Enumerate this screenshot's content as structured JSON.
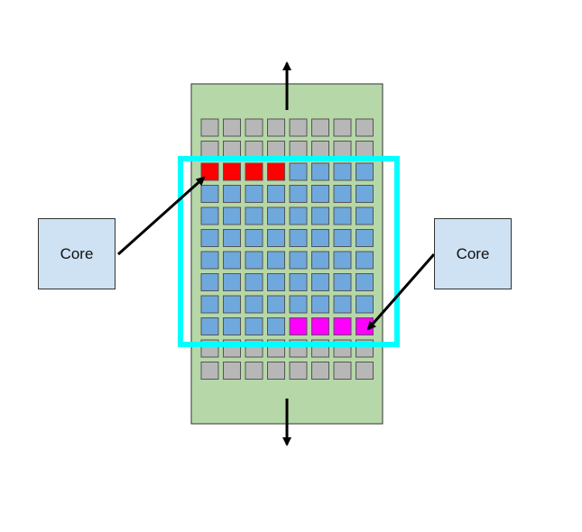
{
  "colors": {
    "background": "#ffffff",
    "panel": "#b6d7a8",
    "cell_gray": "#b7b7b7",
    "cell_blue": "#6fa8dc",
    "cell_red": "#ff0000",
    "cell_magenta": "#ff00ff",
    "window_outline": "#00ffff",
    "core_fill": "#cfe2f3",
    "arrow": "#000000",
    "cell_border": "#555555"
  },
  "grid": {
    "columns": 8,
    "rows": 12,
    "window_rows": [
      2,
      9
    ],
    "red_cells": [
      [
        2,
        0
      ],
      [
        2,
        1
      ],
      [
        2,
        2
      ],
      [
        2,
        3
      ]
    ],
    "magenta_cells": [
      [
        9,
        4
      ],
      [
        9,
        5
      ],
      [
        9,
        6
      ],
      [
        9,
        7
      ]
    ]
  },
  "cores": [
    {
      "label": "Core"
    },
    {
      "label": "Core"
    }
  ]
}
